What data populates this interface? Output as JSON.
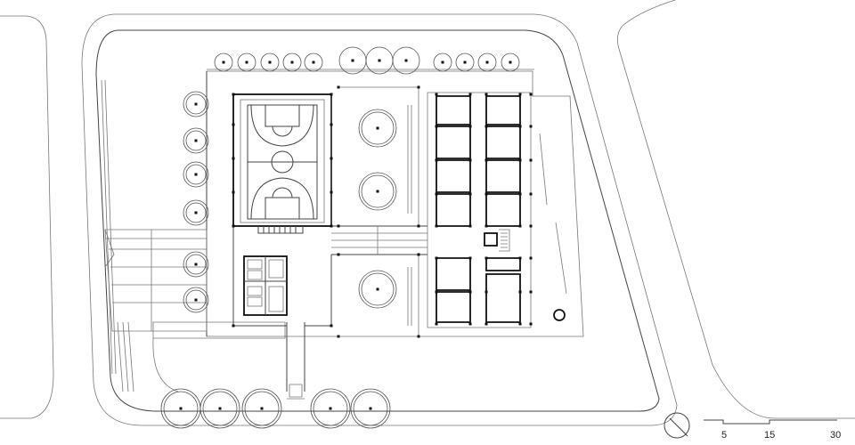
{
  "scale_bar": {
    "labels": [
      "5",
      "15",
      "30"
    ]
  },
  "north_arrow": {
    "icon": "north-arrow-icon"
  },
  "colors": {
    "line": "#444444",
    "bold": "#111111",
    "background": "#ffffff"
  }
}
